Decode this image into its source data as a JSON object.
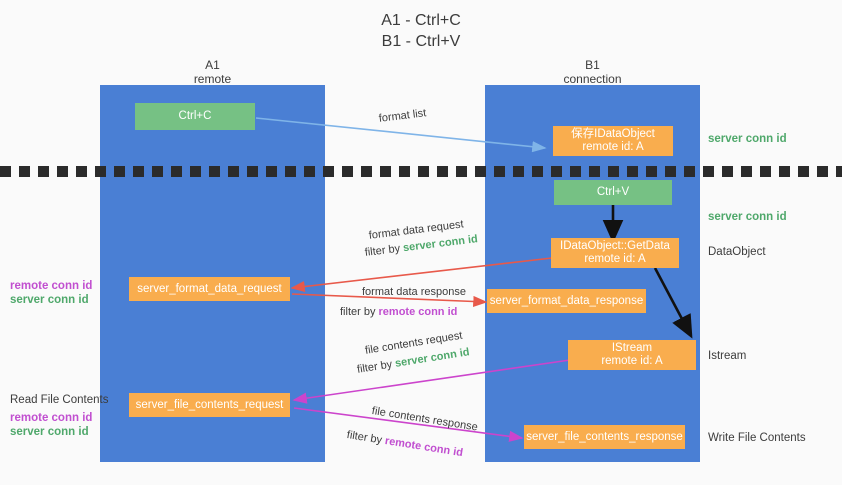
{
  "title": {
    "line1": "A1 - Ctrl+C",
    "line2": "B1 - Ctrl+V"
  },
  "columns": {
    "left": {
      "name": "A1",
      "sub": "remote"
    },
    "right": {
      "name": "B1",
      "sub": "connection"
    }
  },
  "boxes": {
    "ctrl_c": "Ctrl+C",
    "ctrl_v": "Ctrl+V",
    "save_idataobject": {
      "line1": "保存IDataObject",
      "line2": "remote id: A"
    },
    "getdata": {
      "line1": "IDataObject::GetData",
      "line2": "remote id: A"
    },
    "istream": {
      "line1": "IStream",
      "line2": "remote id: A"
    },
    "server_format_data_request": "server_format_data_request",
    "server_format_data_response": "server_format_data_response",
    "server_file_contents_request": "server_file_contents_request",
    "server_file_contents_response": "server_file_contents_response"
  },
  "right_labels": {
    "server_conn_id_top": "server conn id",
    "server_conn_id_mid": "server conn id",
    "dataobject": "DataObject",
    "istream": "Istream",
    "write_file_contents": "Write File Contents"
  },
  "left_labels": {
    "remote_conn_id_1": "remote conn id",
    "server_conn_id_1": "server conn id",
    "read_file_contents": "Read File Contents",
    "remote_conn_id_2": "remote conn id",
    "server_conn_id_2": "server conn id"
  },
  "arrow_labels": {
    "format_list": "format list",
    "format_data_request": "format data request",
    "format_data_request_filter_prefix": "filter by ",
    "format_data_request_filter_value": "server conn id",
    "format_data_response": "format data response",
    "format_data_response_filter_prefix": "filter by ",
    "format_data_response_filter_value": "remote conn id",
    "file_contents_request": "file contents request",
    "file_contents_request_filter_prefix": "filter by ",
    "file_contents_request_filter_value": "server conn id",
    "file_contents_response": "file contents response",
    "file_contents_response_filter_prefix": "filter by ",
    "file_contents_response_filter_value": "remote conn id"
  },
  "colors": {
    "column": "#4a7fd4",
    "orange": "#f9ad4e",
    "green": "#76c184",
    "green_text": "#4fa86b",
    "purple_text": "#c14fd0",
    "arrow_light_blue": "#7fb4e8",
    "arrow_red": "#e8594a",
    "arrow_magenta": "#cc44cc",
    "arrow_black": "#111111",
    "background": "#fafafa"
  }
}
